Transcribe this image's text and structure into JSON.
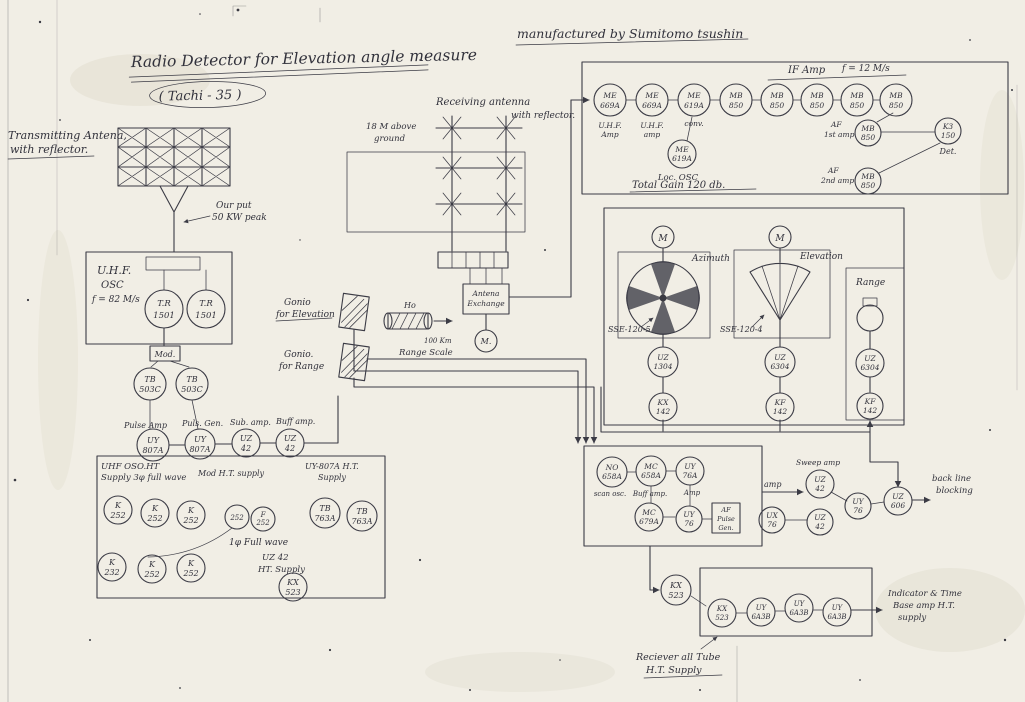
{
  "colors": {
    "paper": "#f1eee5",
    "ink": "#3b3b45"
  },
  "title": {
    "main": "Radio Detector for Elevation angle measure",
    "sub": "( Tachi - 35 )",
    "manufacturer": "manufactured by   Sumitomo tsushin"
  },
  "transmitter": {
    "antenna_label_1": "Transmitting Antena,",
    "antenna_label_2": "with reflector.",
    "output_1": "Our put",
    "output_2": "50 KW peak",
    "uhf_osc_1": "U.H.F.",
    "uhf_osc_2": "OSC",
    "uhf_osc_3": "f = 82 M/s",
    "tr1_l1": "T.R",
    "tr1_l2": "1501",
    "tr2_l1": "T.R",
    "tr2_l2": "1501",
    "mod": "Mod.",
    "tb1_l1": "TB",
    "tb1_l2": "503C",
    "tb2_l1": "TB",
    "tb2_l2": "503C",
    "label_pulse_amp": "Pulse Amp",
    "label_pulse_gen": "Puls. Gen.",
    "label_sub_amp": "Sub. amp.",
    "label_buff_amp": "Buff amp.",
    "d1_l1": "UY",
    "d1_l2": "807A",
    "d2_l1": "UY",
    "d2_l2": "807A",
    "d3_l1": "UZ",
    "d3_l2": "42",
    "d4_l1": "UZ",
    "d4_l2": "42"
  },
  "supply": {
    "uhf_1": "UHF OSO.HT",
    "uhf_2": "Supply 3φ full wave",
    "mod_label": "Mod H.T. supply",
    "uy807_1": "UY-807A H.T.",
    "uy807_2": "Supply",
    "r1a_l1": "K",
    "r1a_l2": "252",
    "r1b_l1": "K",
    "r1b_l2": "252",
    "r1c_l1": "K",
    "r1c_l2": "252",
    "r1d_l2": "252",
    "r1e_l1": "F",
    "r1e_l2": "252",
    "tb1_l1": "TB",
    "tb1_l2": "763A",
    "tb2_l1": "TB",
    "tb2_l2": "763A",
    "full_wave": "1φ Full wave",
    "r2a_l1": "K",
    "r2a_l2": "232",
    "r2b_l1": "K",
    "r2b_l2": "252",
    "r2c_l1": "K",
    "r2c_l2": "252",
    "uz42_1": "UZ 42",
    "uz42_2": "HT. Supply",
    "kx_l1": "KX",
    "kx_l2": "523"
  },
  "receiver": {
    "label_1": "Receiving antenna",
    "label_2": "with reflector.",
    "height_1": "18 M above",
    "height_2": "ground",
    "gonio_e_1": "Gonio",
    "gonio_e_2": "for Elevation",
    "gonio_r_1": "Gonio.",
    "gonio_r_2": "for Range",
    "ho": "Ho",
    "range_scale_1": "100 Km",
    "range_scale_2": "Range Scale",
    "exchange_1": "Antena",
    "exchange_2": "Exchange",
    "motor": "M."
  },
  "if_amp": {
    "header": "IF Amp",
    "freq": "f = 12 M/s",
    "t1_l1": "ME",
    "t1_l2": "669A",
    "t2_l1": "ME",
    "t2_l2": "669A",
    "t3_l1": "ME",
    "t3_l2": "619A",
    "t4_l1": "MB",
    "t4_l2": "850",
    "t5_l1": "MB",
    "t5_l2": "850",
    "t6_l1": "MB",
    "t6_l2": "850",
    "t7_l1": "MB",
    "t7_l2": "850",
    "t8_l1": "MB",
    "t8_l2": "850",
    "sub1_1": "U.H.F.",
    "sub1_2": "Amp",
    "sub2_1": "U.H.F.",
    "sub2_2": "amp",
    "sub3": "conv.",
    "loc_l1": "ME",
    "loc_l2": "619A",
    "loc_label": "Loc. OSC",
    "af1_1": "AF",
    "af1_2": "1st amp",
    "af1_l1": "MB",
    "af1_l2": "850",
    "det_l1": "K3",
    "det_l2": "150",
    "det_label": "Det.",
    "af2_1": "AF",
    "af2_2": "2nd amp",
    "af2_l1": "MB",
    "af2_l2": "850",
    "total_gain": "Total Gain    120 db."
  },
  "servo": {
    "m1": "M",
    "m2": "M",
    "azimuth": "Azimuth",
    "elevation": "Elevation",
    "range": "Range",
    "sse1": "SSE-120-5",
    "sse2": "SSE-120-4",
    "az_l1": "UZ",
    "az_l2": "1304",
    "el_l1": "UZ",
    "el_l2": "6304",
    "rng_l1": "UZ",
    "rng_l2": "6304",
    "azb_l1": "KX",
    "azb_l2": "142",
    "elb_l1": "KF",
    "elb_l2": "142",
    "rngb_l1": "KF",
    "rngb_l2": "142"
  },
  "sweep": {
    "t1_l1": "NO",
    "t1_l2": "658A",
    "t1_label": "scan osc.",
    "t2_l1": "MC",
    "t2_l2": "658A",
    "t2_label": "Buff amp.",
    "t3_l1": "UY",
    "t3_l2": "76A",
    "t3_label": "Amp",
    "t4_l1": "MC",
    "t4_l2": "679A",
    "t5_l1": "UY",
    "t5_l2": "76",
    "box_1": "AF",
    "box_2": "Pulse",
    "box_3": "Gen.",
    "amp": "amp",
    "sweep_amp": "Sweep amp",
    "t6_l1": "UZ",
    "t6_l2": "42",
    "t7_l1": "UX",
    "t7_l2": "76",
    "t8_l1": "UZ",
    "t8_l2": "42",
    "t9_l1": "UY",
    "t9_l2": "76",
    "t10_l1": "UZ",
    "t10_l2": "606",
    "note_1": "back line",
    "note_2": "blocking"
  },
  "ht": {
    "kxo_l1": "KX",
    "kxo_l2": "523",
    "t1_l1": "KX",
    "t1_l2": "523",
    "t2_l1": "UY",
    "t2_l2": "6A3B",
    "t3_l1": "UY",
    "t3_l2": "6A3B",
    "t4_l1": "UY",
    "t4_l2": "6A3B",
    "note_1": "Indicator & Time",
    "note_2": "Base amp H.T.",
    "note_3": "supply",
    "receiver_1": "Reciever all Tube",
    "receiver_2": "H.T. Supply"
  }
}
